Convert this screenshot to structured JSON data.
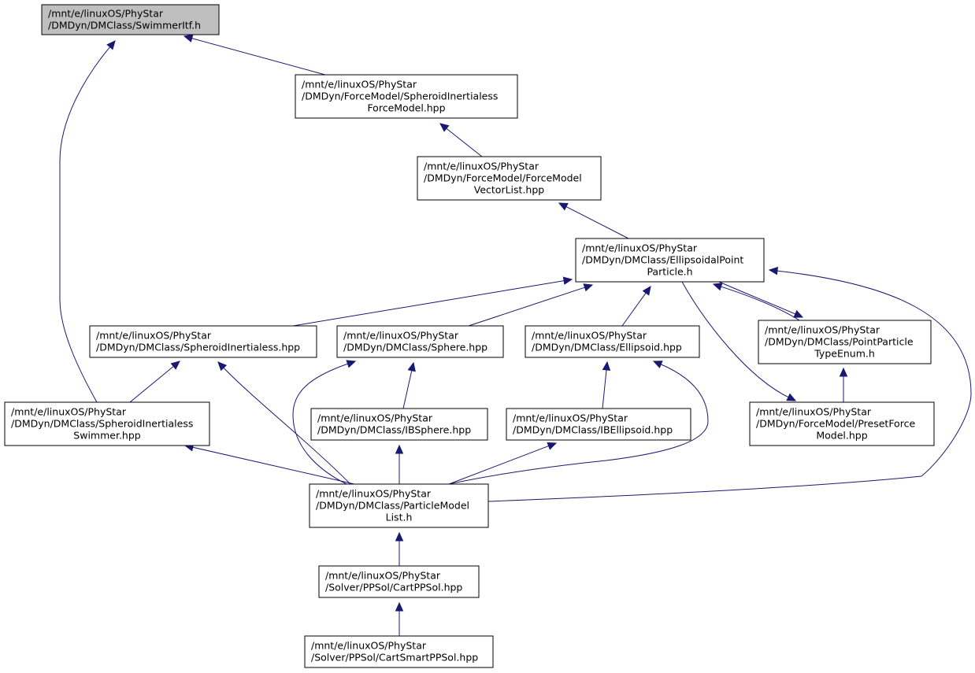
{
  "graph": {
    "nodes": {
      "swimmer_itf": {
        "lines": [
          "/mnt/e/linuxOS/PhyStar",
          "/DMDyn/DMClass/SwimmerItf.h"
        ],
        "root": true
      },
      "spheroid_force_model": {
        "lines": [
          "/mnt/e/linuxOS/PhyStar",
          "/DMDyn/ForceModel/SpheroidInertialess",
          "ForceModel.hpp"
        ]
      },
      "force_model_vector_list": {
        "lines": [
          "/mnt/e/linuxOS/PhyStar",
          "/DMDyn/ForceModel/ForceModel",
          "VectorList.hpp"
        ]
      },
      "ellipsoidal_point_particle": {
        "lines": [
          "/mnt/e/linuxOS/PhyStar",
          "/DMDyn/DMClass/EllipsoidalPoint",
          "Particle.h"
        ]
      },
      "spheroid_inertialess": {
        "lines": [
          "/mnt/e/linuxOS/PhyStar",
          "/DMDyn/DMClass/SpheroidInertialess.hpp"
        ]
      },
      "sphere": {
        "lines": [
          "/mnt/e/linuxOS/PhyStar",
          "/DMDyn/DMClass/Sphere.hpp"
        ]
      },
      "ellipsoid": {
        "lines": [
          "/mnt/e/linuxOS/PhyStar",
          "/DMDyn/DMClass/Ellipsoid.hpp"
        ]
      },
      "point_particle_type_enum": {
        "lines": [
          "/mnt/e/linuxOS/PhyStar",
          "/DMDyn/DMClass/PointParticle",
          "TypeEnum.h"
        ]
      },
      "spheroid_swimmer": {
        "lines": [
          "/mnt/e/linuxOS/PhyStar",
          "/DMDyn/DMClass/SpheroidInertialess",
          "Swimmer.hpp"
        ]
      },
      "ib_sphere": {
        "lines": [
          "/mnt/e/linuxOS/PhyStar",
          "/DMDyn/DMClass/IBSphere.hpp"
        ]
      },
      "ib_ellipsoid": {
        "lines": [
          "/mnt/e/linuxOS/PhyStar",
          "/DMDyn/DMClass/IBEllipsoid.hpp"
        ]
      },
      "preset_force_model": {
        "lines": [
          "/mnt/e/linuxOS/PhyStar",
          "/DMDyn/ForceModel/PresetForce",
          "Model.hpp"
        ]
      },
      "particle_model_list": {
        "lines": [
          "/mnt/e/linuxOS/PhyStar",
          "/DMDyn/DMClass/ParticleModel",
          "List.h"
        ]
      },
      "cart_pp_sol": {
        "lines": [
          "/mnt/e/linuxOS/PhyStar",
          "/Solver/PPSol/CartPPSol.hpp"
        ]
      },
      "cart_smart_pp_sol": {
        "lines": [
          "/mnt/e/linuxOS/PhyStar",
          "/Solver/PPSol/CartSmartPPSol.hpp"
        ]
      }
    },
    "edges": [
      {
        "from": "spheroid_force_model",
        "to": "swimmer_itf"
      },
      {
        "from": "spheroid_swimmer",
        "to": "swimmer_itf"
      },
      {
        "from": "force_model_vector_list",
        "to": "spheroid_force_model"
      },
      {
        "from": "ellipsoidal_point_particle",
        "to": "force_model_vector_list"
      },
      {
        "from": "spheroid_inertialess",
        "to": "ellipsoidal_point_particle"
      },
      {
        "from": "sphere",
        "to": "ellipsoidal_point_particle"
      },
      {
        "from": "ellipsoid",
        "to": "ellipsoidal_point_particle"
      },
      {
        "from": "point_particle_type_enum",
        "to": "ellipsoidal_point_particle"
      },
      {
        "from": "ellipsoidal_point_particle",
        "to": "point_particle_type_enum"
      },
      {
        "from": "ellipsoidal_point_particle",
        "to": "preset_force_model"
      },
      {
        "from": "particle_model_list",
        "to": "ellipsoidal_point_particle"
      },
      {
        "from": "spheroid_swimmer",
        "to": "spheroid_inertialess"
      },
      {
        "from": "particle_model_list",
        "to": "spheroid_inertialess"
      },
      {
        "from": "particle_model_list",
        "to": "sphere"
      },
      {
        "from": "ib_sphere",
        "to": "sphere"
      },
      {
        "from": "ib_ellipsoid",
        "to": "ellipsoid"
      },
      {
        "from": "particle_model_list",
        "to": "ellipsoid"
      },
      {
        "from": "preset_force_model",
        "to": "point_particle_type_enum"
      },
      {
        "from": "particle_model_list",
        "to": "spheroid_swimmer"
      },
      {
        "from": "particle_model_list",
        "to": "ib_sphere"
      },
      {
        "from": "particle_model_list",
        "to": "ib_ellipsoid"
      },
      {
        "from": "cart_pp_sol",
        "to": "particle_model_list"
      },
      {
        "from": "cart_smart_pp_sol",
        "to": "cart_pp_sol"
      }
    ]
  },
  "colors": {
    "edge": "#191970",
    "root_fill": "#bfbfbf",
    "node_fill": "#ffffff",
    "node_border": "#000000"
  }
}
